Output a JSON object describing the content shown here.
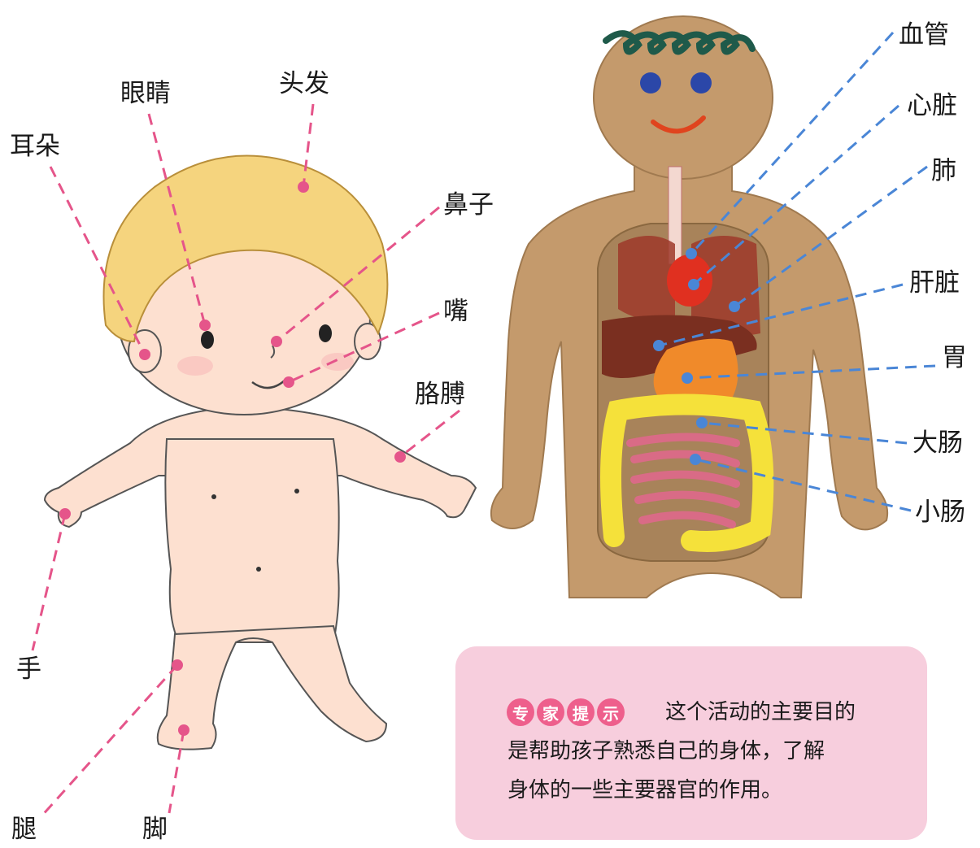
{
  "left_labels": {
    "ear": "耳朵",
    "eye": "眼睛",
    "hair": "头发",
    "nose": "鼻子",
    "mouth": "嘴",
    "arm": "胳膊",
    "hand": "手",
    "leg": "腿",
    "foot": "脚"
  },
  "right_labels": {
    "blood_vessel": "血管",
    "heart": "心脏",
    "lung": "肺",
    "liver": "肝脏",
    "stomach": "胃",
    "large_intestine": "大肠",
    "small_intestine": "小肠"
  },
  "tip": {
    "heading_chars": [
      "专",
      "家",
      "提",
      "示"
    ],
    "line1": "这个活动的主要目的",
    "line2": "是帮助孩子熟悉自己的身体，了解",
    "line3": "身体的一些主要器官的作用。"
  },
  "colors": {
    "left_leader": "#e5558a",
    "right_leader": "#4a86d6",
    "tip_bg": "#f7cedd",
    "tip_badge": "#ee5f8c",
    "cardboard": "#c49a6c"
  }
}
